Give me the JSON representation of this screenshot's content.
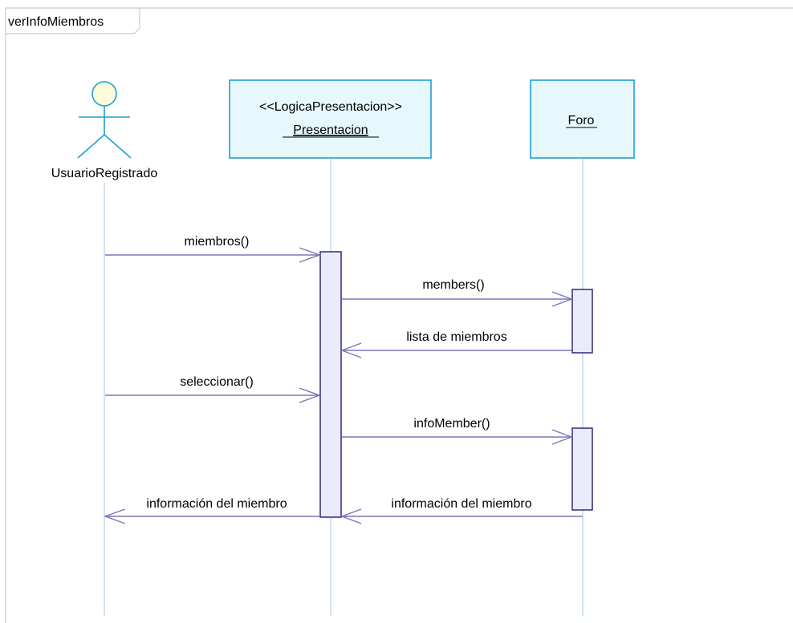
{
  "frame": {
    "title": "verInfoMiembros"
  },
  "actor": {
    "name": "UsuarioRegistrado"
  },
  "lifelines": {
    "presentacion": {
      "stereotype": "<<LogicaPresentacion>>",
      "name": "Presentacion"
    },
    "foro": {
      "name": "Foro"
    }
  },
  "messages": {
    "m1": "miembros()",
    "m2": "members()",
    "m3": "lista de miembros",
    "m4": "seleccionar()",
    "m5": "infoMember()",
    "m6": "información del miembro",
    "m7": "información del miembro"
  },
  "colors": {
    "frame_border": "#c8c8dc",
    "box_fill": "#e6f8fb",
    "box_border": "#1f9fd3",
    "actor_head_fill": "#fdfbd9",
    "actor_stroke": "#1f9fd3",
    "lifeline": "#99c8e6",
    "message": "#7c76b8",
    "activation_fill": "#ebebfb",
    "activation_border": "#1c1c6c"
  }
}
